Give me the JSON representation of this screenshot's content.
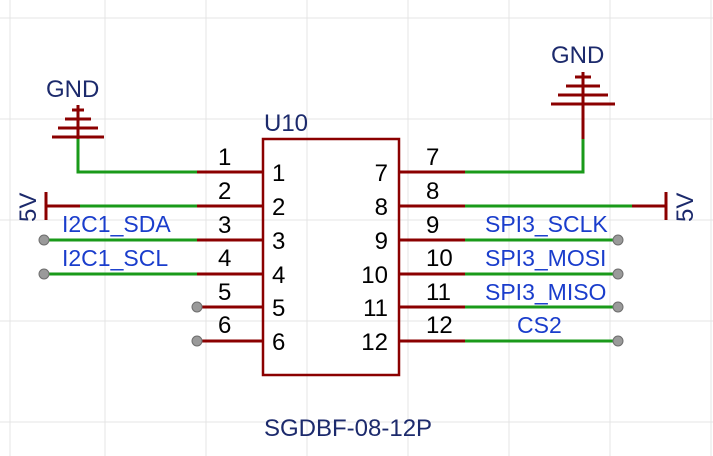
{
  "component": {
    "ref": "U10",
    "value": "SGDBF-08-12P",
    "left_pins": [
      {
        "outer": "1",
        "inner": "1"
      },
      {
        "outer": "2",
        "inner": "2"
      },
      {
        "outer": "3",
        "inner": "3"
      },
      {
        "outer": "4",
        "inner": "4"
      },
      {
        "outer": "5",
        "inner": "5"
      },
      {
        "outer": "6",
        "inner": "6"
      }
    ],
    "right_pins": [
      {
        "outer": "7",
        "inner": "7"
      },
      {
        "outer": "8",
        "inner": "8"
      },
      {
        "outer": "9",
        "inner": "9"
      },
      {
        "outer": "10",
        "inner": "10"
      },
      {
        "outer": "11",
        "inner": "11"
      },
      {
        "outer": "12",
        "inner": "12"
      }
    ]
  },
  "power": {
    "gnd_left": "GND",
    "gnd_right": "GND",
    "vcc_left": "5V",
    "vcc_right": "5V"
  },
  "nets": {
    "pin3": "I2C1_SDA",
    "pin4": "I2C1_SCL",
    "pin9": "SPI3_SCLK",
    "pin10": "SPI3_MOSI",
    "pin11": "SPI3_MISO",
    "pin12": "CS2"
  },
  "colors": {
    "pin": "#8b0000",
    "wire": "#1a9a1a",
    "net_label": "#1a3dcc",
    "power_label": "#1c2a6c"
  }
}
